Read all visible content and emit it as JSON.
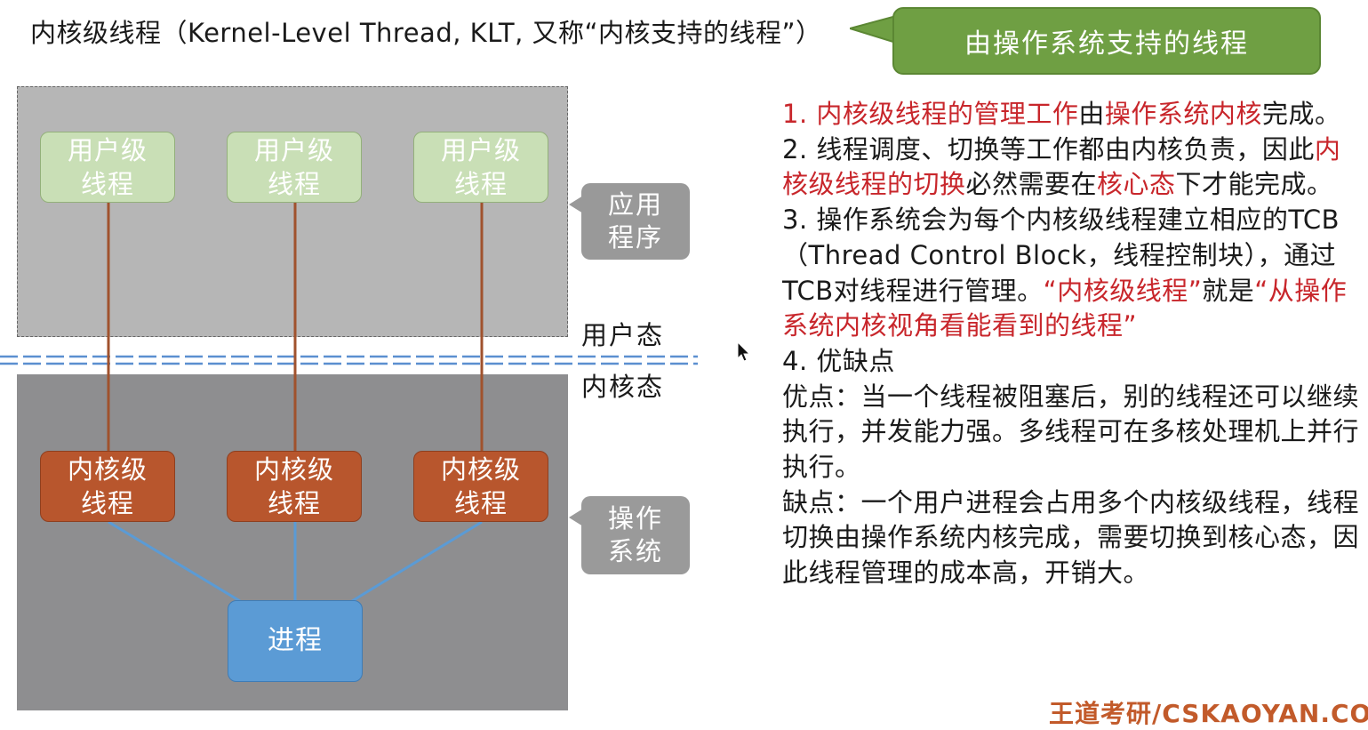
{
  "title": "内核级线程（Kernel-Level Thread, KLT, 又称“内核支持的线程”）",
  "callout": "由操作系统支持的线程",
  "diagram": {
    "user_threads": [
      "用户级\n线程",
      "用户级\n线程",
      "用户级\n线程"
    ],
    "kernel_threads": [
      "内核级\n线程",
      "内核级\n线程",
      "内核级\n线程"
    ],
    "process": "进程",
    "tag_app": "应用\n程序",
    "tag_os": "操作\n系统",
    "user_mode": "用户态",
    "kernel_mode": "内核态",
    "colors": {
      "user_area": "#b6b6b6",
      "kernel_area": "#8e8e90",
      "user_thread": "#c9dfb6",
      "kernel_thread": "#b8562d",
      "process": "#5b9bd5",
      "callout": "#6f9f43",
      "emphasis": "#c8262b"
    }
  },
  "notes": {
    "p1": [
      "1. ",
      "内核级线程的管理工作",
      "由",
      "操作系统内核",
      "完成。"
    ],
    "p2": [
      "2. 线程调度、切换等工作都由内核负责，因此",
      "内核级线程的切换",
      "必然需要在",
      "核心态",
      "下才能完成。"
    ],
    "p3": [
      "3. 操作系统会为每个内核级线程建立相应的TCB（Thread Control Block，线程控制块），通过TCB对线程进行管理。",
      "“内核级线程”",
      "就是",
      "“从操作系统内核视角看能看到的线程”"
    ],
    "p4": "4. 优缺点",
    "p5": "优点：当一个线程被阻塞后，别的线程还可以继续执行，并发能力强。多线程可在多核处理机上并行执行。",
    "p6": "缺点：一个用户进程会占用多个内核级线程，线程切换由操作系统内核完成，需要切换到核心态，因此线程管理的成本高，开销大。"
  },
  "watermark": "王道考研/CSKAOYAN.COM"
}
